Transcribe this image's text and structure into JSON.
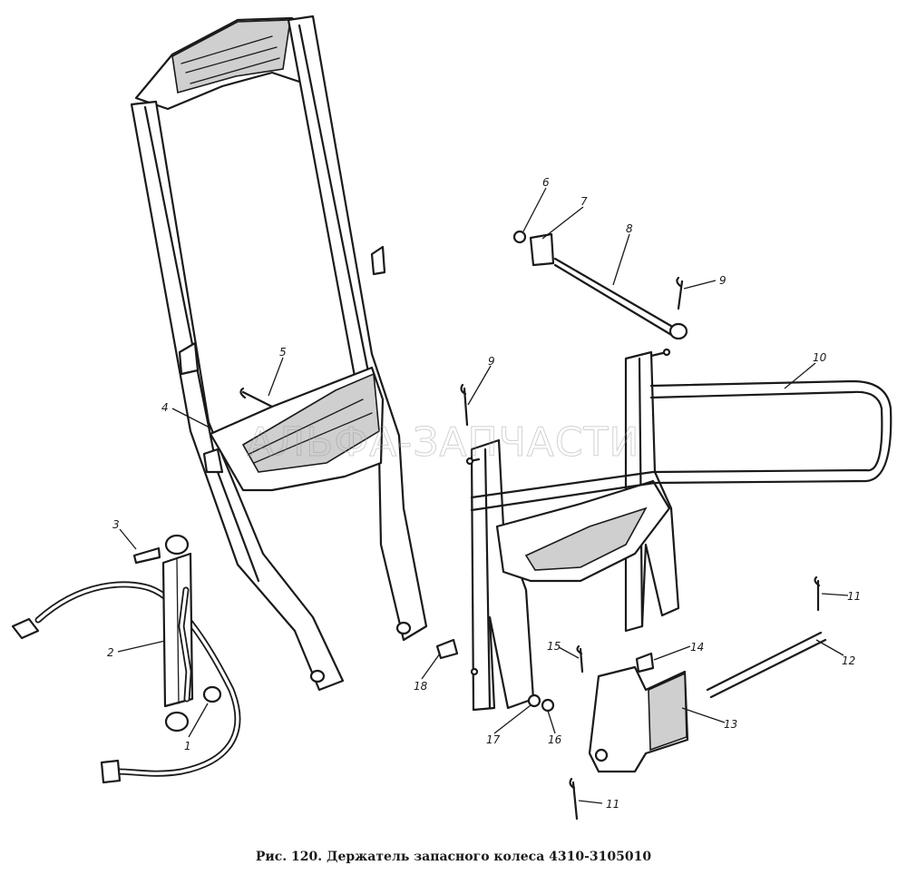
{
  "caption": "Рис. 120. Держатель запасного колеса 4310-3105010",
  "watermark": "АЛЬФА-ЗАПЧАСТИ",
  "callouts": {
    "c1": "1",
    "c2": "2",
    "c3": "3",
    "c4": "4",
    "c5": "5",
    "c6": "6",
    "c7": "7",
    "c8": "8",
    "c9a": "9",
    "c9b": "9",
    "c10": "10",
    "c11a": "11",
    "c11b": "11",
    "c12": "12",
    "c13": "13",
    "c14": "14",
    "c15": "15",
    "c16": "16",
    "c17": "17",
    "c18": "18"
  }
}
